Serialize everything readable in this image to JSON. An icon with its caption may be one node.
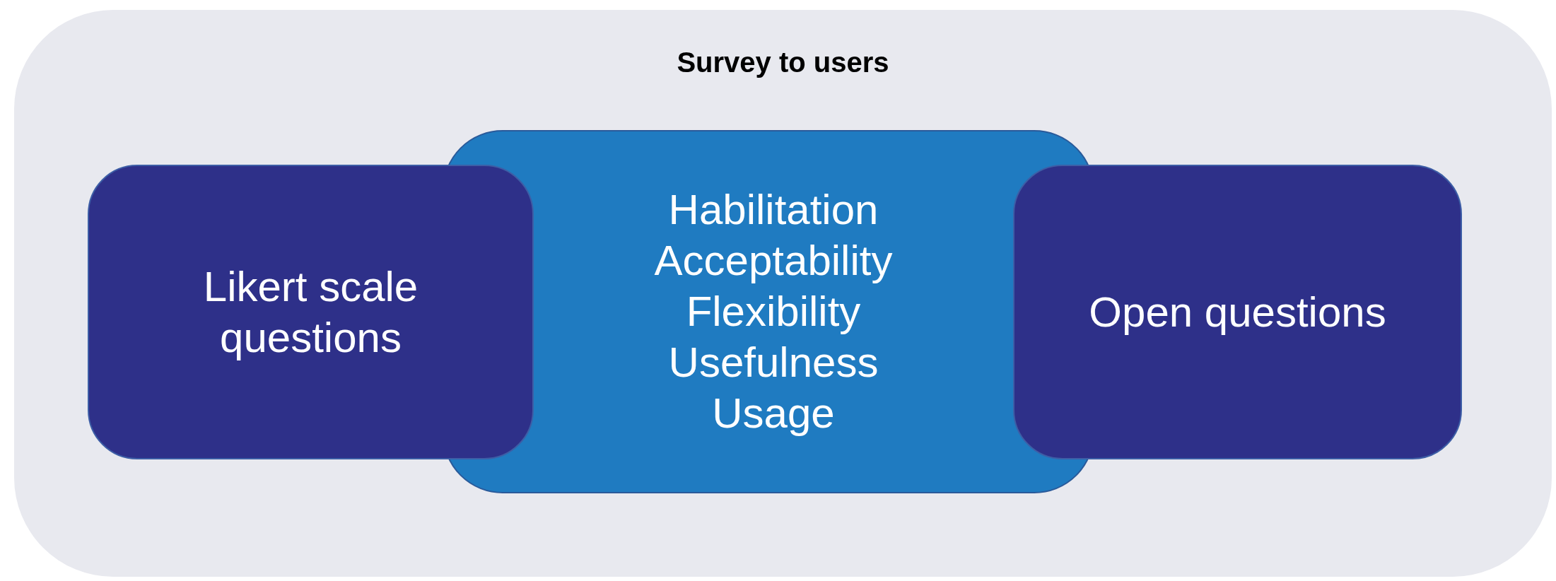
{
  "diagram": {
    "nodes": [
      {
        "text": [
          "Survey to users"
        ]
      },
      {
        "text": [
          "Habilitation",
          "Acceptability",
          "Flexibility",
          "Usefulness",
          "Usage"
        ],
        "in": 0
      },
      {
        "text": [
          "Likert scale questions"
        ],
        "in": 0
      },
      {
        "text": [
          "Open questions"
        ],
        "in": 0
      }
    ]
  }
}
